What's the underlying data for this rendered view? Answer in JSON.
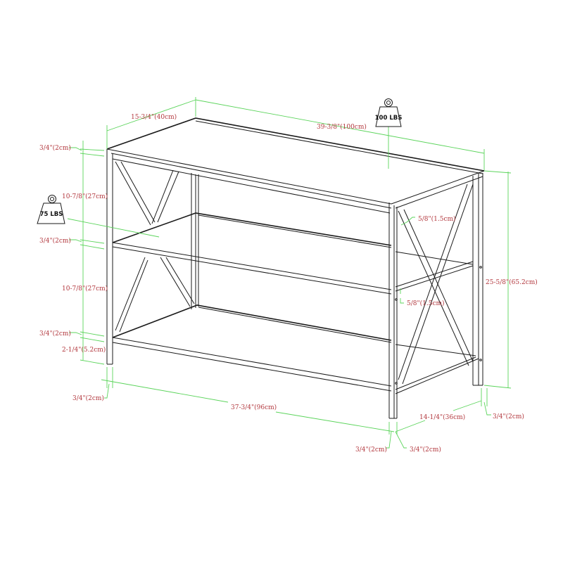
{
  "diagram": {
    "title": "3-tier X-frame bookshelf / TV stand dimension diagram",
    "colors": {
      "background": "#ffffff",
      "frame_line": "#1a1a1a",
      "dimension_line": "#5bd45b",
      "dimension_text": "#b2373d"
    },
    "weight_labels": {
      "top_shelf": "100 LBS",
      "middle_shelf": "75 LBS"
    },
    "dimensions": {
      "depth_top": "15-3/4\"(40cm)",
      "width_top": "39-3/8\"(100cm)",
      "top_thickness": "3/4\"(2cm)",
      "upper_gap": "10-7/8\"(27cm)",
      "middle_thickness": "3/4\"(2cm)",
      "lower_gap": "10-7/8\"(27cm)",
      "bottom_thickness": "3/4\"(2cm)",
      "leg_clearance": "2-1/4\"(5.2cm)",
      "left_leg_width": "3/4\"(2cm)",
      "inner_width": "37-3/4\"(96cm)",
      "front_leg_left": "3/4\"(2cm)",
      "front_leg_right": "3/4\"(2cm)",
      "inner_depth": "14-1/4\"(36cm)",
      "back_leg_width": "3/4\"(2cm)",
      "total_height": "25-5/8\"(65.2cm)",
      "x_brace_upper": "5/8\"(1.5cm)",
      "x_brace_lower": "5/8\"(1.5cm)"
    }
  }
}
